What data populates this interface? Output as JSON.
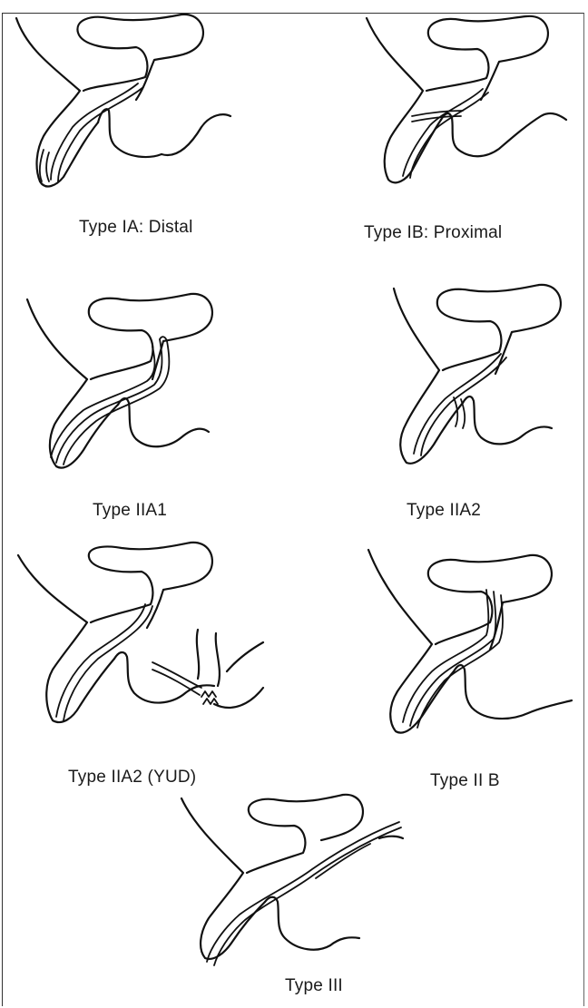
{
  "figure": {
    "panels": [
      {
        "id": "type-ia-distal",
        "caption": "Type IA: Distal"
      },
      {
        "id": "type-ib-proximal",
        "caption": "Type IB: Proximal"
      },
      {
        "id": "type-iia1",
        "caption": "Type IIA1"
      },
      {
        "id": "type-iia2",
        "caption": "Type IIA2"
      },
      {
        "id": "type-iia2-yud",
        "caption": "Type IIA2 (YUD)"
      },
      {
        "id": "type-ii-b",
        "caption": "Type II B"
      },
      {
        "id": "type-iii",
        "caption": "Type III"
      }
    ]
  }
}
